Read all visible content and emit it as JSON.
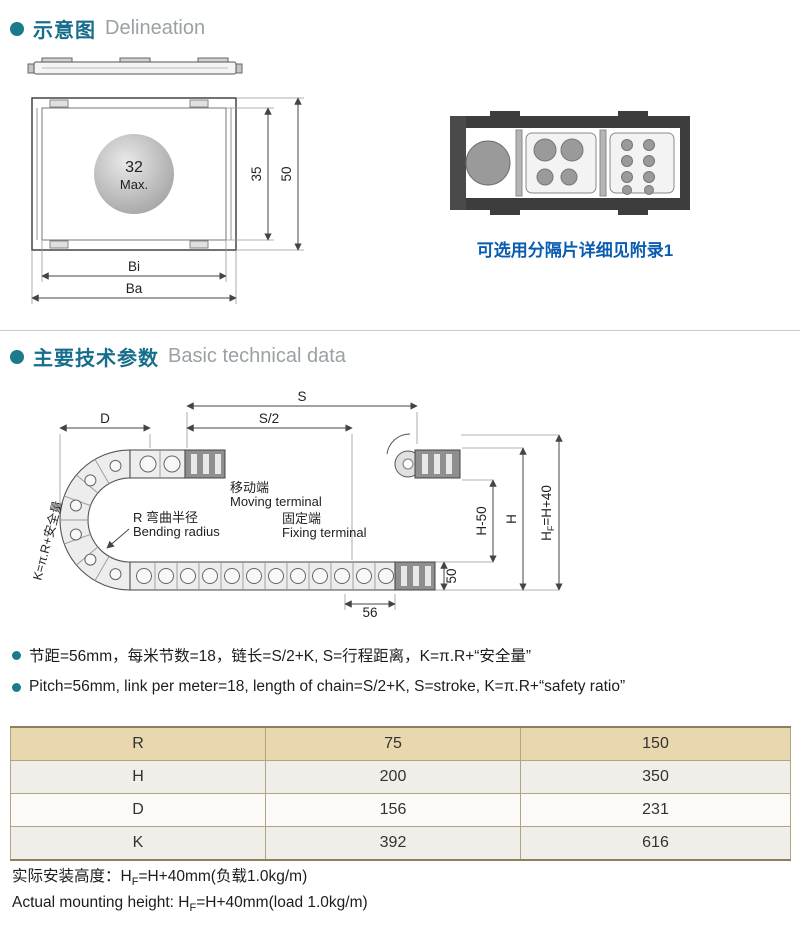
{
  "colors": {
    "accent_teal": "#1b7a8c",
    "title_gray": "#9aa1a4",
    "note_blue": "#0a5cb0",
    "table_header_bg": "#e9d8ae",
    "table_border": "#b3a284"
  },
  "section_delineation": {
    "title_zh": "示意图",
    "title_en": "Delineation",
    "drawing": {
      "circle_value": "32",
      "circle_label": "Max.",
      "dim_inner_height": "35",
      "dim_outer_height": "50",
      "dim_inner_width": "Bi",
      "dim_outer_width": "Ba"
    },
    "separator_note": "可选用分隔片详细见附录1"
  },
  "section_technical": {
    "title_zh": "主要技术参数",
    "title_en": "Basic technical data",
    "diagram": {
      "dim_s": "S",
      "dim_s2": "S/2",
      "dim_d": "D",
      "moving_zh": "移动端",
      "moving_en": "Moving terminal",
      "fixing_zh": "固定端",
      "fixing_en": "Fixing terminal",
      "radius_zh": "R 弯曲半径",
      "radius_en": "Bending radius",
      "k_formula": "K=π.R+安全量",
      "dim_h50": "H-50",
      "dim_h": "H",
      "hf_main": "H",
      "hf_sub": "F",
      "hf_rest": "=H+40",
      "dim_50": "50",
      "dim_56": "56"
    }
  },
  "notes": {
    "zh": "节距=56mm，每米节数=18，链长=S/2+K, S=行程距离，K=π.R+“安全量”",
    "en": "Pitch=56mm, link per meter=18, length of chain=S/2+K, S=stroke, K=π.R+“safety ratio”"
  },
  "table": {
    "rows": [
      {
        "label": "R",
        "c1": "75",
        "c2": "150"
      },
      {
        "label": "H",
        "c1": "200",
        "c2": "350"
      },
      {
        "label": "D",
        "c1": "156",
        "c2": "231"
      },
      {
        "label": "K",
        "c1": "392",
        "c2": "616"
      }
    ]
  },
  "footer": {
    "zh_pre": "实际安装高度：H",
    "zh_sub": "F",
    "zh_post": "=H+40mm(负载1.0kg/m)",
    "en_pre": "Actual mounting height: H",
    "en_sub": "F",
    "en_post": "=H+40mm(load 1.0kg/m)"
  }
}
